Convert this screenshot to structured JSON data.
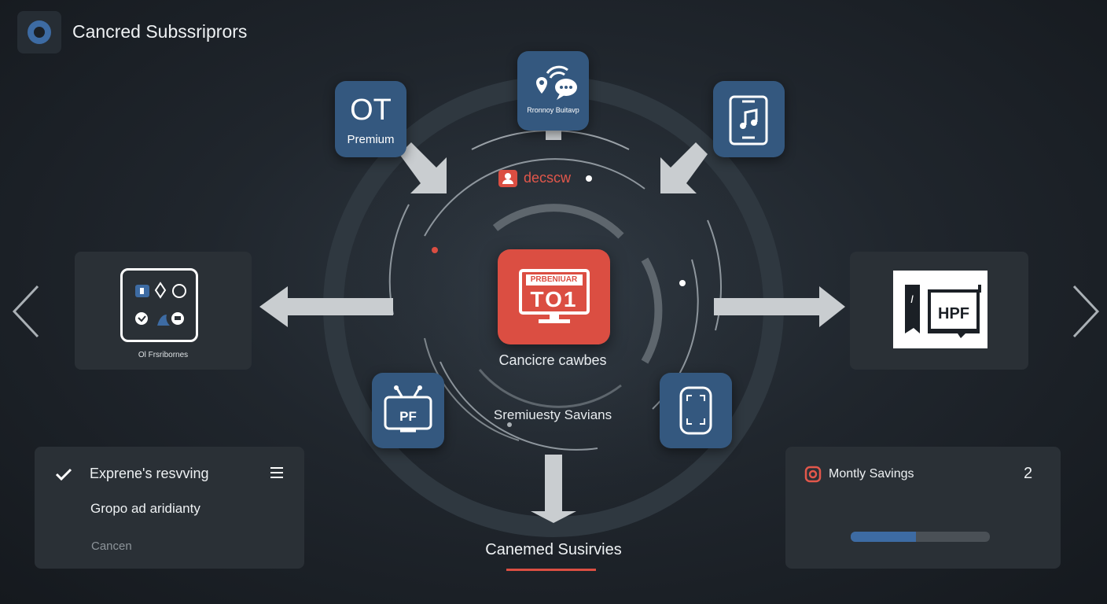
{
  "header": {
    "title": "Cancred Subssriprors",
    "logo_icon": "circle-logo-icon"
  },
  "tiles": {
    "top_left": {
      "big": "OT",
      "small": "Premium"
    },
    "top_center": {
      "label": "Rronnoy Buitavp",
      "icon": "wifi-chat-location-icon"
    },
    "top_right": {
      "icon": "tablet-music-icon"
    },
    "bottom_left": {
      "label": "PF",
      "icon": "tv-icon"
    },
    "bottom_right": {
      "icon": "phone-frame-icon"
    }
  },
  "center": {
    "badge": "decscw",
    "tile_top": "PRBENIUAR",
    "tile_main": "TO1",
    "caption": "Cancicre cawbes",
    "sub_caption": "Sremiuesty Savians"
  },
  "left_panel": {
    "label": "Ol Frsribornes"
  },
  "right_panel": {
    "left_mark": "I",
    "text": "HPF"
  },
  "bottom_left_panel": {
    "item1": "Exprene's resvving",
    "item2": "Gropo ad aridianty",
    "item3": "Cancen"
  },
  "bottom_center": {
    "label": "Canemed Susirvies"
  },
  "savings": {
    "label": "Montly Savings",
    "value": "2",
    "progress": 0.47
  },
  "colors": {
    "accent_red": "#db4e42",
    "accent_blue": "#34587f",
    "progress_blue": "#3d6ba3"
  }
}
